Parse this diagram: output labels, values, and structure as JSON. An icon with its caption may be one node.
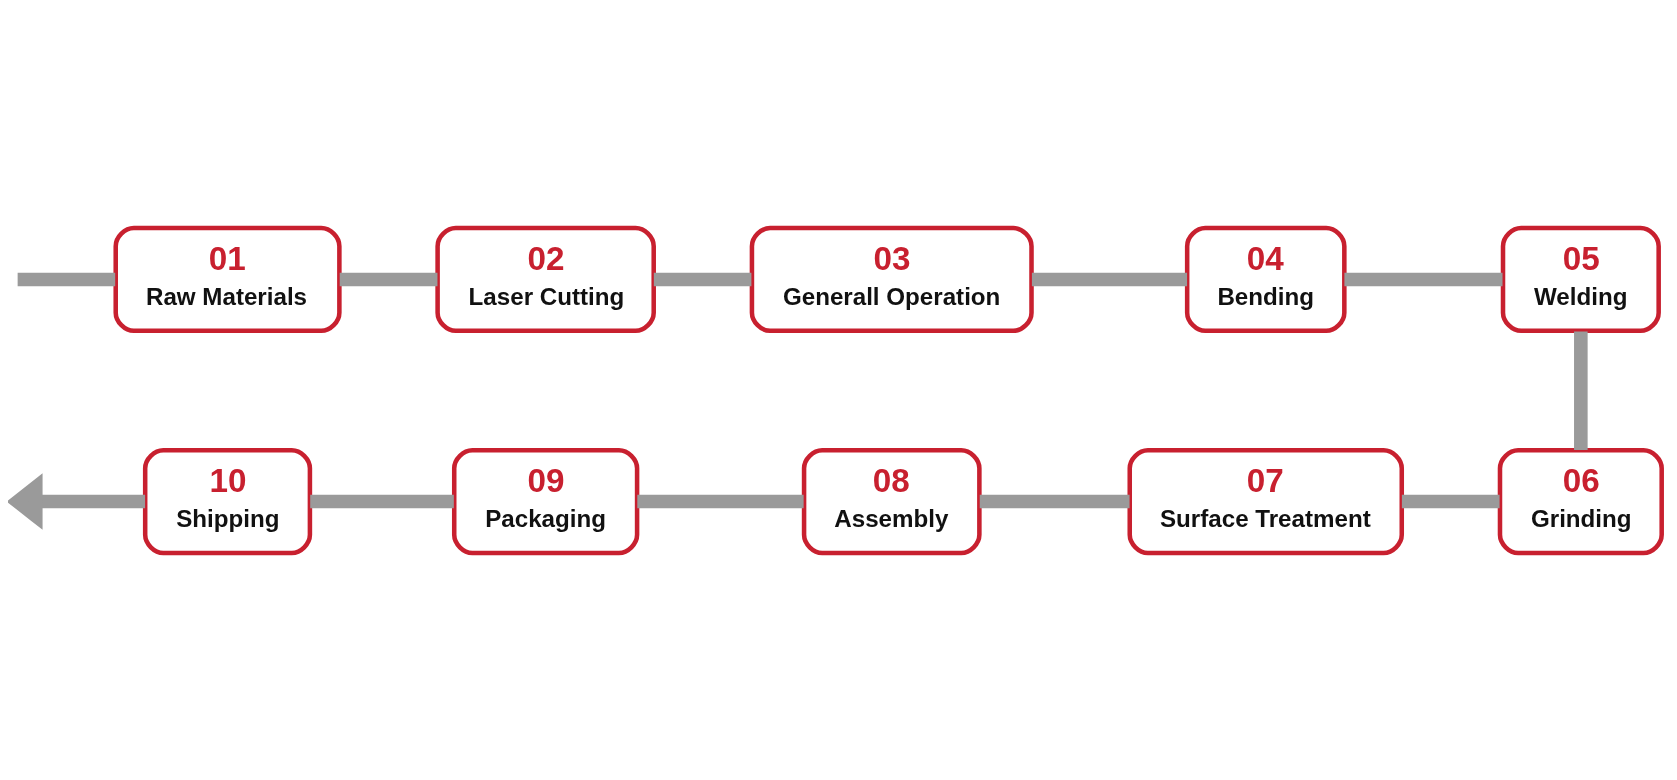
{
  "diagram": {
    "nodes": [
      {
        "text": [
          "01",
          "Raw Materials"
        ]
      },
      {
        "text": [
          "02",
          "Laser Cutting"
        ]
      },
      {
        "text": [
          "03",
          "Generall Operation"
        ]
      },
      {
        "text": [
          "04",
          "Bending"
        ]
      },
      {
        "text": [
          "05",
          "Welding"
        ]
      },
      {
        "text": [
          "06",
          "Grinding"
        ]
      },
      {
        "text": [
          "07",
          "Surface Treatment"
        ]
      },
      {
        "text": [
          "08",
          "Assembly"
        ]
      },
      {
        "text": [
          "09",
          "Packaging"
        ]
      },
      {
        "text": [
          "10",
          "Shipping"
        ]
      }
    ],
    "edges": [
      {
        "from": null,
        "to": 0,
        "arrow": "none"
      },
      {
        "from": 0,
        "to": 1,
        "arrow": "none"
      },
      {
        "from": 1,
        "to": 2,
        "arrow": "none"
      },
      {
        "from": 2,
        "to": 3,
        "arrow": "none"
      },
      {
        "from": 3,
        "to": 4,
        "arrow": "none"
      },
      {
        "from": 4,
        "to": 5,
        "arrow": "none"
      },
      {
        "from": 5,
        "to": 6,
        "arrow": "none"
      },
      {
        "from": 6,
        "to": 7,
        "arrow": "none"
      },
      {
        "from": 7,
        "to": 8,
        "arrow": "none"
      },
      {
        "from": 8,
        "to": 9,
        "arrow": "none"
      },
      {
        "from": 9,
        "to": null,
        "arrow": "to"
      }
    ]
  }
}
